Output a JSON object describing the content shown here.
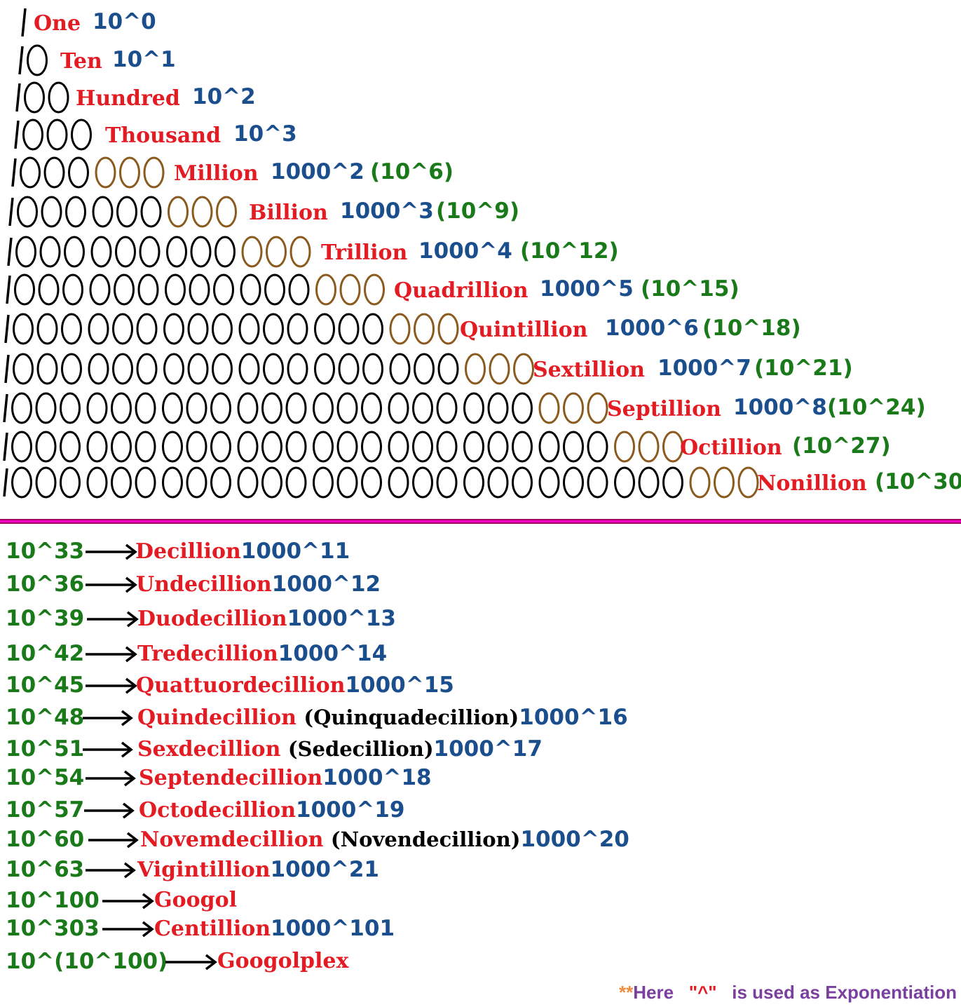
{
  "colors": {
    "name": "#e31b23",
    "power": "#1b4e8c",
    "sci": "#1a7a1a",
    "digit_black": "#000000",
    "digit_brown": "#8b5a1e",
    "divider": "#ff00cc",
    "note_asterisk": "#f08a3c",
    "note_text": "#7b3fa0"
  },
  "upper_rows": [
    {
      "name": "One",
      "power": "10^0",
      "sci": ""
    },
    {
      "name": "Ten",
      "power": "10^1",
      "sci": ""
    },
    {
      "name": "Hundred",
      "power": "10^2",
      "sci": ""
    },
    {
      "name": "Thousand",
      "power": "10^3",
      "sci": ""
    },
    {
      "name": "Million",
      "power": "1000^2",
      "sci": "10^6"
    },
    {
      "name": "Billion",
      "power": "1000^3",
      "sci": "10^9"
    },
    {
      "name": "Trillion",
      "power": "1000^4",
      "sci": "10^12"
    },
    {
      "name": "Quadrillion",
      "power": "1000^5",
      "sci": "10^15"
    },
    {
      "name": "Quintillion",
      "power": "1000^6",
      "sci": "10^18"
    },
    {
      "name": "Sextillion",
      "power": "1000^7",
      "sci": "10^21"
    },
    {
      "name": "Septillion",
      "power": "1000^8",
      "sci": "10^24"
    },
    {
      "name": "Octillion",
      "power": "",
      "sci": "10^27"
    },
    {
      "name": "Nonillion",
      "power": "",
      "sci": "10^30"
    }
  ],
  "lower_rows": [
    {
      "sci": "10^33",
      "name": "Decillion",
      "alt": "",
      "power": "1000^11"
    },
    {
      "sci": "10^36",
      "name": "Undecillion",
      "alt": "",
      "power": "1000^12"
    },
    {
      "sci": "10^39",
      "name": "Duodecillion",
      "alt": "",
      "power": "1000^13"
    },
    {
      "sci": "10^42",
      "name": "Tredecillion",
      "alt": "",
      "power": "1000^14"
    },
    {
      "sci": "10^45",
      "name": "Quattuordecillion",
      "alt": "",
      "power": "1000^15"
    },
    {
      "sci": "10^48",
      "name": "Quindecillion",
      "alt": "(Quinquadecillion)",
      "power": "1000^16"
    },
    {
      "sci": "10^51",
      "name": "Sexdecillion",
      "alt": "(Sedecillion)",
      "power": "1000^17"
    },
    {
      "sci": "10^54",
      "name": "Septendecillion",
      "alt": "",
      "power": "1000^18"
    },
    {
      "sci": "10^57",
      "name": "Octodecillion",
      "alt": "",
      "power": "1000^19"
    },
    {
      "sci": "10^60",
      "name": "Novemdecillion",
      "alt": "(Novendecillion)",
      "power": "1000^20"
    },
    {
      "sci": "10^63",
      "name": "Vigintillion",
      "alt": "",
      "power": "1000^21"
    },
    {
      "sci": "10^100",
      "name": "Googol",
      "alt": "",
      "power": ""
    },
    {
      "sci": "10^303",
      "name": "Centillion",
      "alt": "",
      "power": "1000^101"
    },
    {
      "sci": "10^(10^100)",
      "name": "Googolplex",
      "alt": "",
      "power": ""
    }
  ],
  "note": {
    "asterisks": "**",
    "here": "Here",
    "symbol": "\"^\"",
    "rest": "is used as Exponentiation"
  }
}
